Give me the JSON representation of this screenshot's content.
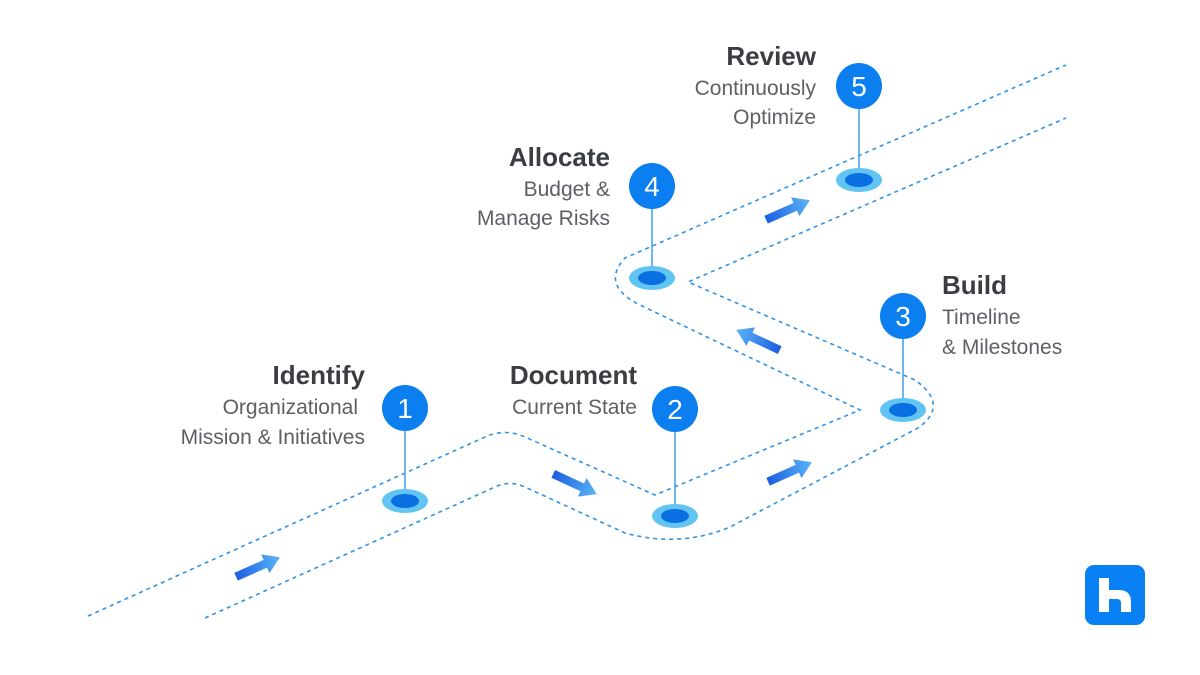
{
  "colors": {
    "accent": "#0a80f5",
    "badge": "#0b7ff0",
    "road": "#2f93e6",
    "ring": "#62c4f2",
    "dot": "#0a6fe0",
    "title_text": "#3a3d42",
    "desc_text": "#5d6066"
  },
  "steps": [
    {
      "number": "1",
      "title": "Identify",
      "lines": [
        "Organizational",
        "Mission & Initiatives"
      ]
    },
    {
      "number": "2",
      "title": "Document",
      "lines": [
        "Current State"
      ]
    },
    {
      "number": "3",
      "title": "Build",
      "lines": [
        "Timeline",
        "& Milestones"
      ]
    },
    {
      "number": "4",
      "title": "Allocate",
      "lines": [
        "Budget &",
        "Manage Risks"
      ]
    },
    {
      "number": "5",
      "title": "Review",
      "lines": [
        "Continuously",
        "Optimize"
      ]
    }
  ],
  "direction_arrows": 5,
  "logo": {
    "icon": "brand-logo-icon"
  }
}
